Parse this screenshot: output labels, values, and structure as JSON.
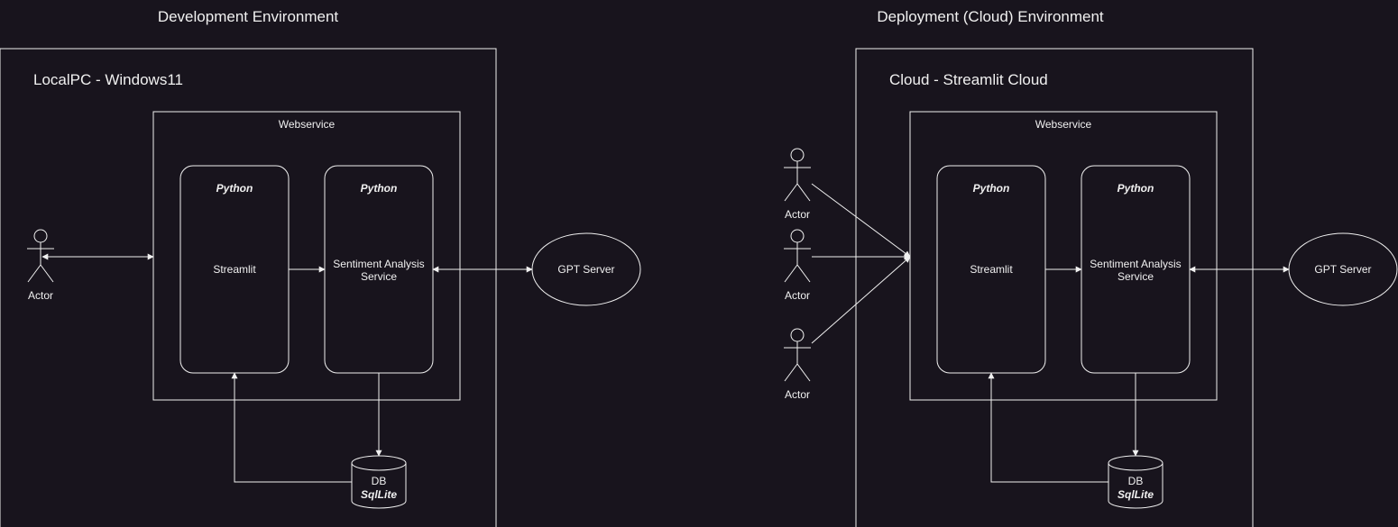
{
  "colors": {
    "background": "#18141d",
    "foreground": "#f0f0f0"
  },
  "dev": {
    "env_title": "Development Environment",
    "host_title": "LocalPC - Windows11",
    "webservice_label": "Webservice",
    "streamlit": {
      "lang": "Python",
      "name": "Streamlit"
    },
    "sentiment": {
      "lang": "Python",
      "name_line1": "Sentiment Analysis",
      "name_line2": "Service"
    },
    "gpt_label": "GPT Server",
    "db": {
      "name": "DB",
      "engine": "SqlLite"
    },
    "actors": [
      "Actor"
    ]
  },
  "cloud": {
    "env_title": "Deployment (Cloud) Environment",
    "host_title": "Cloud - Streamlit Cloud",
    "webservice_label": "Webservice",
    "streamlit": {
      "lang": "Python",
      "name": "Streamlit"
    },
    "sentiment": {
      "lang": "Python",
      "name_line1": "Sentiment Analysis",
      "name_line2": "Service"
    },
    "gpt_label": "GPT Server",
    "db": {
      "name": "DB",
      "engine": "SqlLite"
    },
    "actors": [
      "Actor",
      "Actor",
      "Actor"
    ]
  }
}
